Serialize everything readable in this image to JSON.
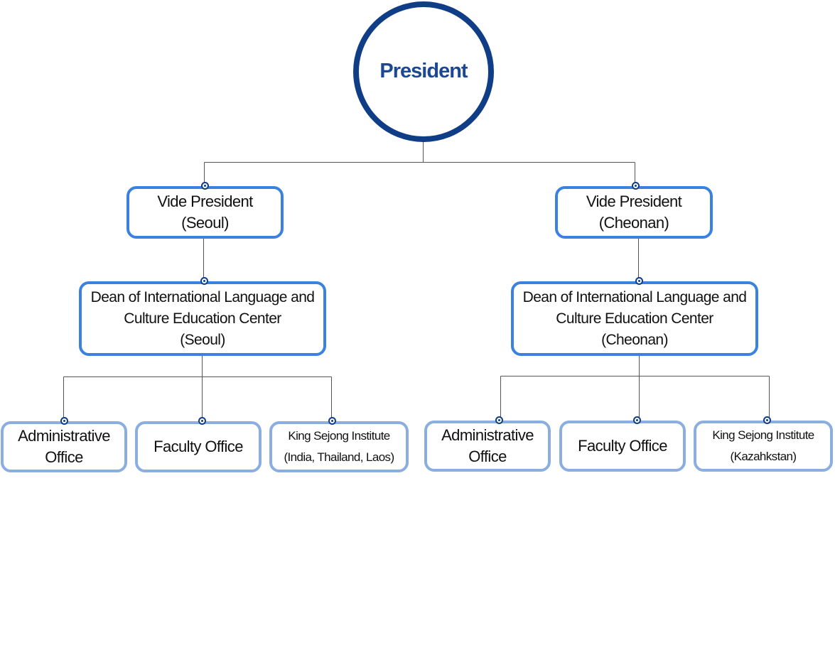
{
  "president": {
    "label": "President"
  },
  "seoul": {
    "vp": {
      "line1": "Vide President",
      "line2": "(Seoul)"
    },
    "dean": {
      "line1": "Dean of International Language and",
      "line2": "Culture Education Center",
      "line3": "(Seoul)"
    },
    "admin": {
      "line1": "Administrative",
      "line2": "Office"
    },
    "faculty": {
      "label": "Faculty Office"
    },
    "ksi": {
      "line1": "King Sejong Institute",
      "line2": "(India, Thailand, Laos)"
    }
  },
  "cheonan": {
    "vp": {
      "line1": "Vide President",
      "line2": "(Cheonan)"
    },
    "dean": {
      "line1": "Dean of International Language and",
      "line2": "Culture Education Center",
      "line3": "(Cheonan)"
    },
    "admin": {
      "line1": "Administrative",
      "line2": "Office"
    },
    "faculty": {
      "label": "Faculty Office"
    },
    "ksi": {
      "line1": "King Sejong Institute",
      "line2": "(Kazahkstan)"
    }
  },
  "colors": {
    "president_ring": "#0f3e86",
    "president_text": "#1c4791",
    "level_border": "#3b82e0",
    "leaf_border": "#8aaee0",
    "connector": "#555555"
  }
}
